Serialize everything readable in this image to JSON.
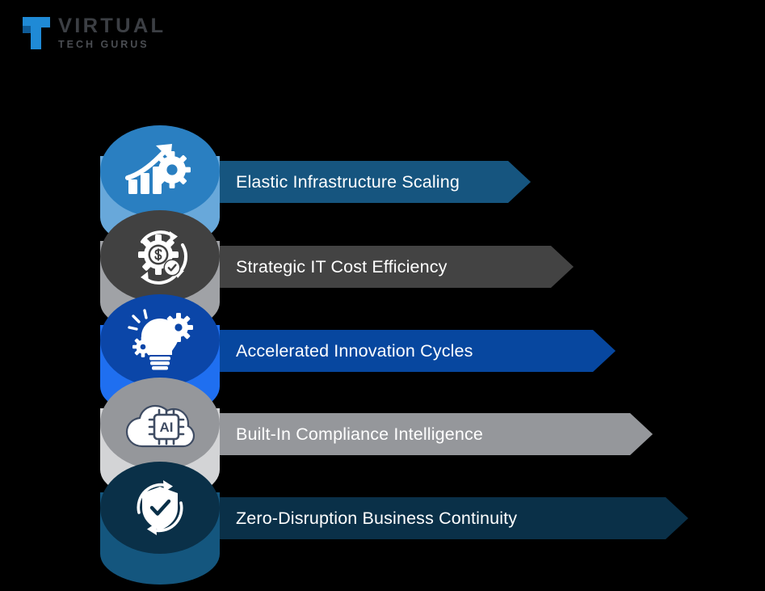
{
  "logo": {
    "mark_icon": "letter-t-mark",
    "primary_text": "VIRTUAL",
    "secondary_text": "TECH GURUS",
    "mark_color": "#1f8ad6",
    "text_color": "#3c3f44"
  },
  "background_color": "#000000",
  "rows": [
    {
      "label": "Elastic Infrastructure Scaling",
      "icon": "growth-chart-gear-icon",
      "circle_color": "#2a7fc1",
      "cylinder_color": "#68a8da",
      "banner_color": "#16557f",
      "banner_width": 385
    },
    {
      "label": "Strategic IT Cost Efficiency",
      "icon": "cost-gear-dollar-icon",
      "circle_color": "#414141",
      "cylinder_color": "#a0a2a6",
      "banner_color": "#434343",
      "banner_width": 438
    },
    {
      "label": "Accelerated Innovation Cycles",
      "icon": "lightbulb-gears-icon",
      "circle_color": "#0b46a8",
      "cylinder_color": "#1f6ff0",
      "banner_color": "#07479f",
      "banner_width": 490
    },
    {
      "label": "Built-In Compliance Intelligence",
      "icon": "cloud-ai-chip-icon",
      "circle_color": "#95979b",
      "cylinder_color": "#d3d4d6",
      "banner_color": "#95979b",
      "banner_width": 536
    },
    {
      "label": "Zero-Disruption Business Continuity",
      "icon": "shield-check-refresh-icon",
      "circle_color": "#0a3048",
      "cylinder_color": "#14567e",
      "banner_color": "#0a3048",
      "banner_width": 580
    }
  ]
}
